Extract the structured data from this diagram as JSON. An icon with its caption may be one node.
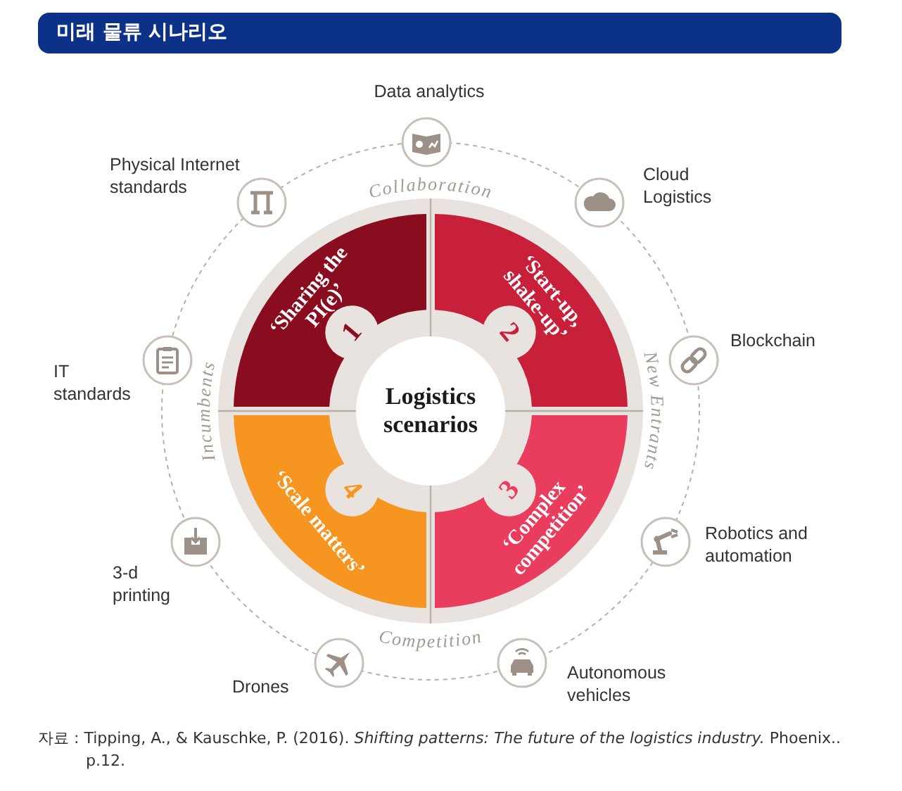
{
  "diagram": {
    "title": "미래 물류 시나리오",
    "caption": "자료 : Tipping, A., & Kauschke, P. (2016). *Shifting patterns: The future of the logistics industry.* Phoenix.. p.12.",
    "nodes": [
      {
        "text": [
          "Logistics scenarios"
        ]
      },
      {
        "text": [
          "‘Sharing the PI(e)’",
          "1"
        ]
      },
      {
        "text": [
          "‘Start-up, shake-up’",
          "2"
        ]
      },
      {
        "text": [
          "‘Complex competition’",
          "3"
        ]
      },
      {
        "text": [
          "‘Scale matters’",
          "4"
        ]
      },
      {
        "text": [],
        "shape": "circle",
        "beside": [
          "Data analytics"
        ]
      },
      {
        "text": [],
        "shape": "circle",
        "beside": [
          "Cloud Logistics"
        ]
      },
      {
        "text": [],
        "shape": "circle",
        "beside": [
          "Blockchain"
        ]
      },
      {
        "text": [],
        "shape": "circle",
        "beside": [
          "Robotics and automation"
        ]
      },
      {
        "text": [],
        "shape": "circle",
        "beside": [
          "Autonomous vehicles"
        ]
      },
      {
        "text": [],
        "shape": "circle",
        "beside": [
          "Drones"
        ]
      },
      {
        "text": [],
        "shape": "circle",
        "beside": [
          "3-d printing"
        ]
      },
      {
        "text": [],
        "shape": "circle",
        "beside": [
          "IT standards"
        ]
      },
      {
        "text": [],
        "shape": "circle",
        "beside": [
          "Physical Internet standards"
        ]
      }
    ],
    "labels": [
      "Collaboration",
      "Incumbents",
      "New Entrants",
      "Competition"
    ]
  }
}
